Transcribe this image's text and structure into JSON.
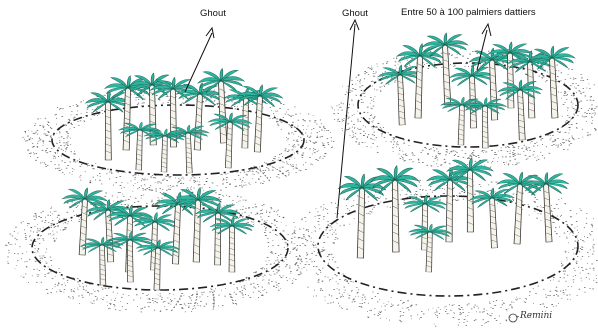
{
  "labels": {
    "ghout_left": "Ghout",
    "ghout_right": "Ghout",
    "palm_count": "Entre 50 à 100 palmiers dattiers"
  },
  "signature": "Remini",
  "colors": {
    "frond": "#2fb39d",
    "frond_outline": "#14594d",
    "sand_dots": "#555555",
    "outline": "#222222"
  },
  "icons": {
    "tree": "date-palm-icon",
    "pointer": "arrow-up-icon"
  }
}
